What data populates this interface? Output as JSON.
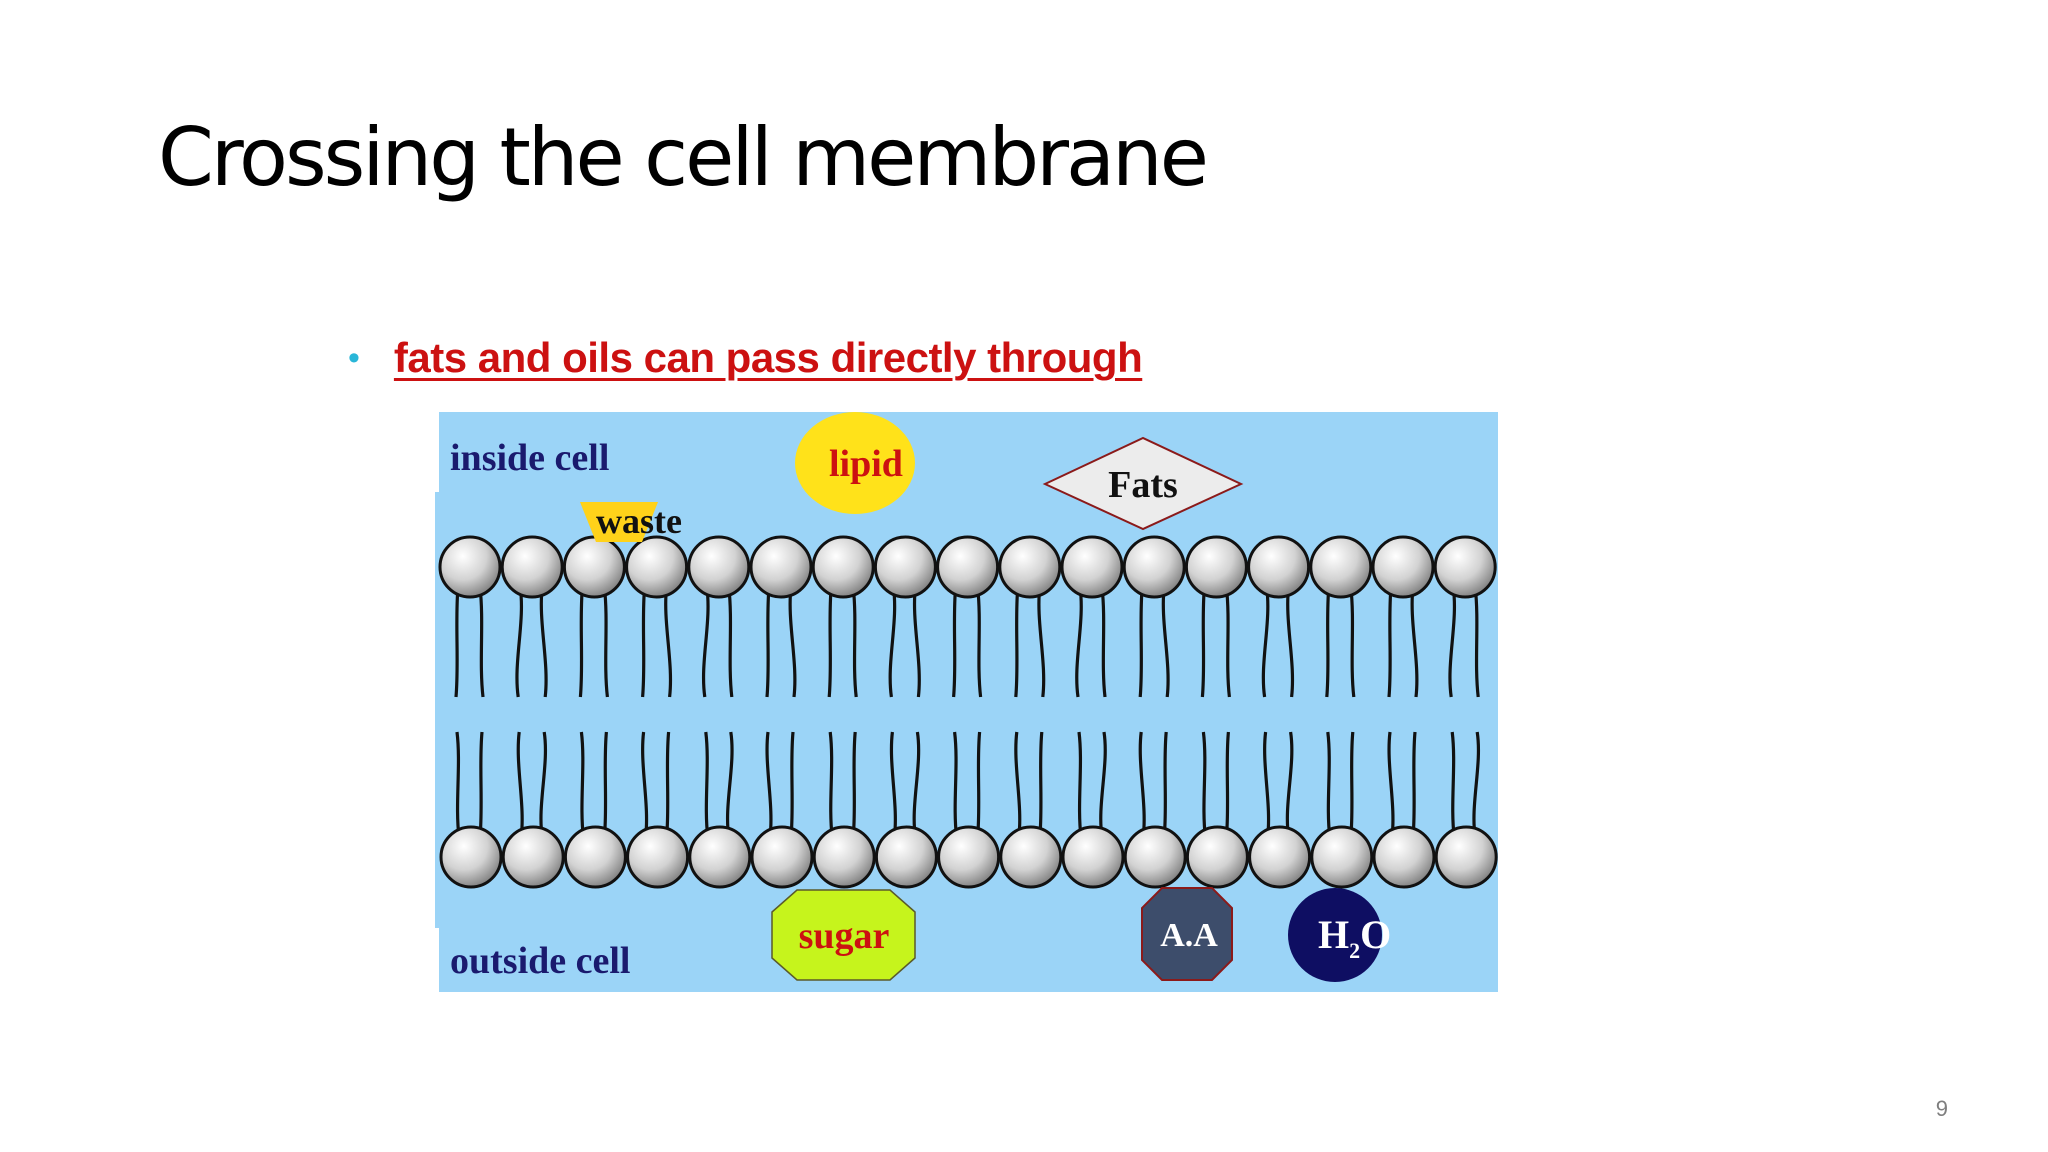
{
  "slide": {
    "title": "Crossing the cell membrane",
    "bullet": "fats and oils can pass directly through",
    "page_number": "9"
  },
  "diagram": {
    "inside_label": "inside cell",
    "outside_label": "outside cell",
    "molecules": {
      "lipid": "lipid",
      "waste": "waste",
      "fats": "Fats",
      "sugar": "sugar",
      "amino_acid": "A.A",
      "water_h": "H",
      "water_sub": "2",
      "water_o": "O"
    },
    "colors": {
      "background": "#9bd4f7",
      "title_label": "#1a1a6e",
      "lipid_fill": "#ffe21a",
      "lipid_text": "#cc1111",
      "waste_fill": "#ffd21a",
      "sugar_fill": "#c6f41c",
      "sugar_text": "#cc1111",
      "aa_fill": "#3d4d6b",
      "water_fill": "#0e0e62",
      "fats_fill": "#ececec"
    },
    "icons": [
      "phospholipid-head-icon",
      "lipid-tail-icon"
    ],
    "heads_per_layer": 17
  }
}
